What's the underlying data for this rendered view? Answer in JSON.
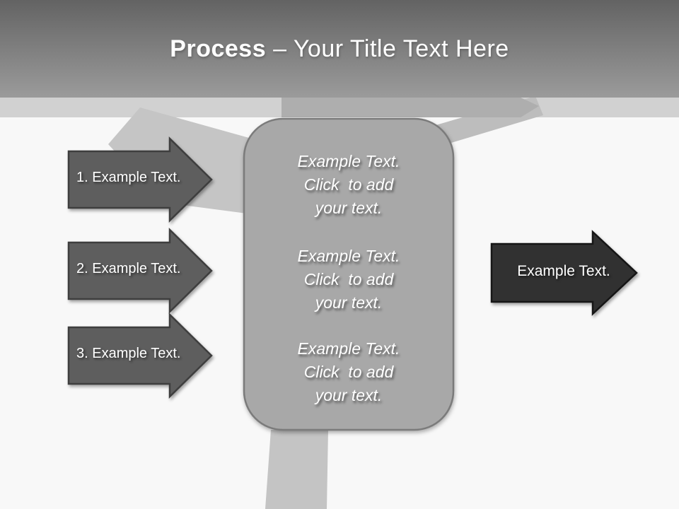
{
  "header": {
    "title_bold": "Process",
    "title_rest": "– Your Title Text Here"
  },
  "steps": [
    {
      "label": "1. Example Text."
    },
    {
      "label": "2. Example Text."
    },
    {
      "label": "3. Example Text."
    }
  ],
  "box": {
    "blocks": [
      {
        "lines": [
          "Example Text.",
          "Click  to add",
          "your text."
        ]
      },
      {
        "lines": [
          "Example Text.",
          "Click  to add",
          "your text."
        ]
      },
      {
        "lines": [
          "Example Text.",
          "Click  to add",
          "your text."
        ]
      }
    ]
  },
  "result_arrow": {
    "label": "Example Text."
  },
  "colors": {
    "header_gradient_top": "#636363",
    "header_gradient_bottom": "#9b9b9b",
    "light_band": "#d1d1d1",
    "background_arrow": "#aeaeae",
    "diagonal_left": "#c5c5c5",
    "diagonal_right": "#bdbdbd",
    "vertical_band": "#c4c4c4",
    "box_fill": "#a8a8a8",
    "box_border": "#7b7b7b",
    "step_arrow_fill": "#5e5e5e",
    "step_arrow_border": "#3e3e3e",
    "result_arrow_fill": "#313131",
    "result_arrow_border": "#161616"
  }
}
